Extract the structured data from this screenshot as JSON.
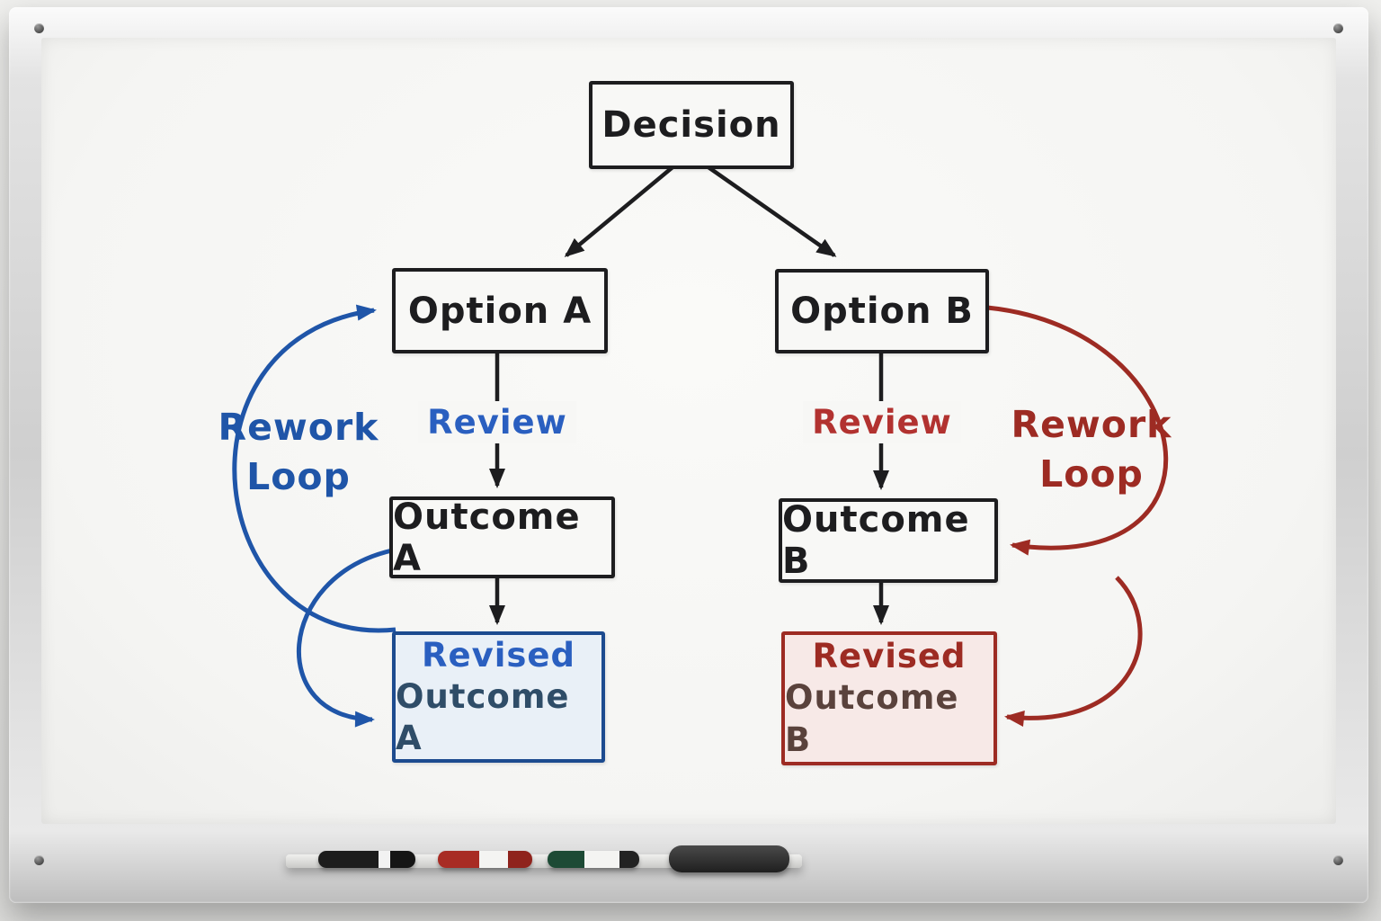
{
  "colors": {
    "ink": "#1d1d1f",
    "blue": "#1f55a8",
    "blueBright": "#2a5fc0",
    "blueDark": "#1c4b8f",
    "blueFill": "#e9f0f7",
    "blueText": "#2f4d68",
    "red": "#9d2b23",
    "redBright": "#b23230",
    "redFill": "#f7e9e7",
    "redText": "#5a423c"
  },
  "nodes": {
    "decision": {
      "label": "Decision"
    },
    "option_a": {
      "label": "Option A"
    },
    "option_b": {
      "label": "Option B"
    },
    "outcome_a": {
      "label": "Outcome A"
    },
    "outcome_b": {
      "label": "Outcome B"
    },
    "revised_a": {
      "line1": "Revised",
      "line2": "Outcome A"
    },
    "revised_b": {
      "line1": "Revised",
      "line2": "Outcome B"
    }
  },
  "edge_labels": {
    "review_a": "Review",
    "review_b": "Review",
    "rework_a": {
      "line1": "Rework",
      "line2": "Loop"
    },
    "rework_b": {
      "line1": "Rework",
      "line2": "Loop"
    }
  }
}
